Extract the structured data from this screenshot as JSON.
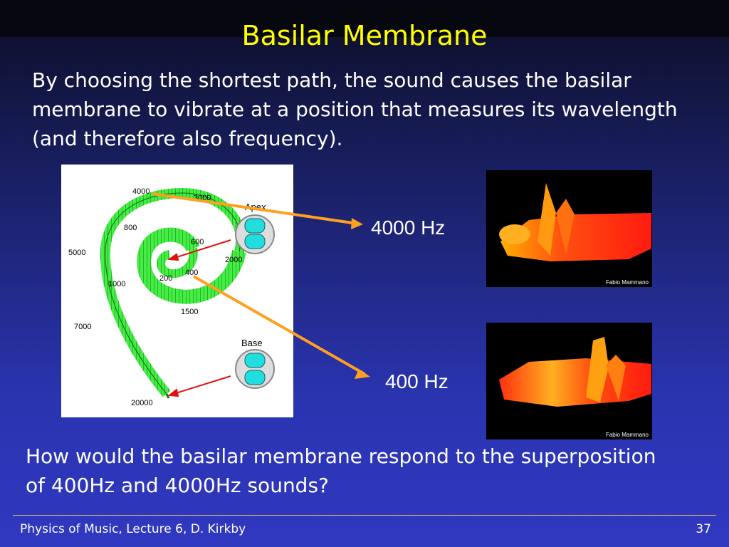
{
  "slide": {
    "title": "Basilar Membrane",
    "intro_text": "By choosing the shortest path, the sound causes the basilar membrane to vibrate at a position that measures its wavelength (and therefore also frequency).",
    "question_text": "How would the basilar membrane respond to the superposition of 400Hz and 4000Hz sounds?",
    "footer_left": "Physics of Music, Lecture 6, D. Kirkby",
    "page_number": "37"
  },
  "diagram": {
    "frequency_labels": [
      "4000",
      "3000",
      "800",
      "600",
      "5000",
      "2000",
      "1000",
      "200",
      "400",
      "1500",
      "7000",
      "20000"
    ],
    "apex_label": "Apex",
    "base_label": "Base"
  },
  "simulations": {
    "high_label": "4000 Hz",
    "low_label": "400 Hz",
    "credit": "Fabio Mammano"
  },
  "colors": {
    "title": "#ffff00",
    "membrane": "#33ee33",
    "arrow_orange": "#ffa020",
    "arrow_red": "#e01010",
    "wave_red": "#ff2010"
  }
}
